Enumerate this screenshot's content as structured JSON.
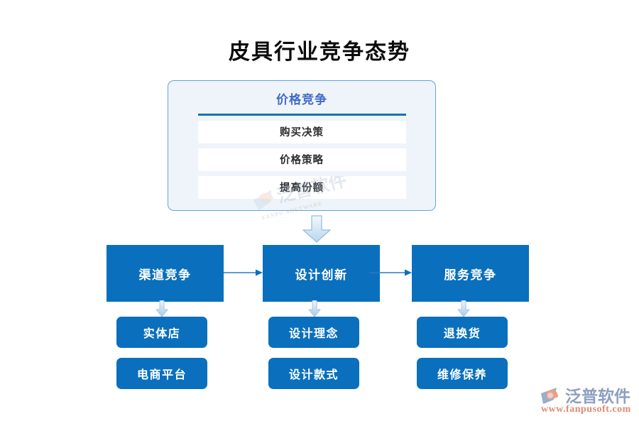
{
  "page": {
    "title": "皮具行业竞争态势",
    "background_color": "#ffffff"
  },
  "colors": {
    "primary_blue": "#0a70bd",
    "card_border": "#5fa6dd",
    "card_background": "#eef4f9",
    "card_title": "#4169c8",
    "divider": "#1a6fb5",
    "arrow_fill": "#d7e6f4",
    "logo_text": "#8c9fc0",
    "logo_url": "#e08a72",
    "logo_mark_accent": "#e8a188"
  },
  "price_card": {
    "title": "价格竞争",
    "items": [
      {
        "label": "购买决策"
      },
      {
        "label": "价格策略"
      },
      {
        "label": "提高份额"
      }
    ]
  },
  "flow": {
    "down_arrow_icon": "arrow-down-icon",
    "connector_icon": "arrow-right-icon",
    "main_boxes": [
      {
        "label": "渠道竞争",
        "children": [
          {
            "label": "实体店"
          },
          {
            "label": "电商平台"
          }
        ]
      },
      {
        "label": "设计创新",
        "children": [
          {
            "label": "设计理念"
          },
          {
            "label": "设计款式"
          }
        ]
      },
      {
        "label": "服务竞争",
        "children": [
          {
            "label": "退换货"
          },
          {
            "label": "维修保养"
          }
        ]
      }
    ]
  },
  "watermark": {
    "text": "泛普软件",
    "subtext": "FANPU SOFTWARE"
  },
  "logo": {
    "name": "泛普软件",
    "url": "www.fanpusoft.com",
    "mark_icon": "fanpu-swoosh-logo-icon"
  }
}
